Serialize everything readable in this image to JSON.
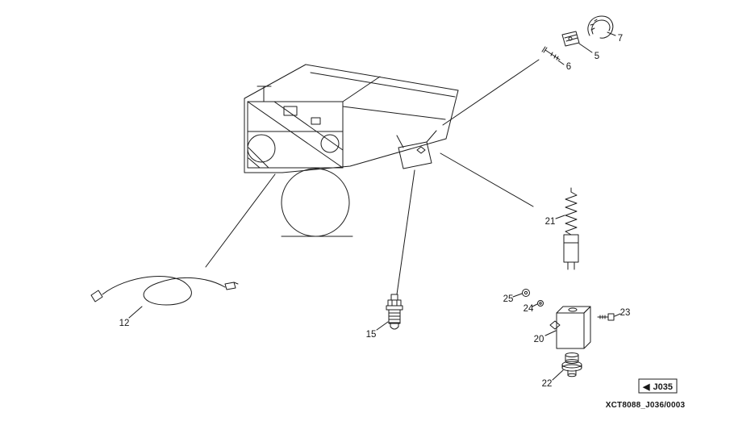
{
  "page": {
    "background": "#ffffff",
    "line_color": "#1c1c1c",
    "text_color": "#161616"
  },
  "figure": {
    "ref_code": "XCT8088_J036/0003"
  },
  "nav": {
    "arrow": "◀",
    "label": "J035"
  },
  "callouts": [
    {
      "id": "5"
    },
    {
      "id": "6"
    },
    {
      "id": "7"
    },
    {
      "id": "12"
    },
    {
      "id": "15"
    },
    {
      "id": "20"
    },
    {
      "id": "21"
    },
    {
      "id": "22"
    },
    {
      "id": "23"
    },
    {
      "id": "24"
    },
    {
      "id": "25"
    }
  ]
}
